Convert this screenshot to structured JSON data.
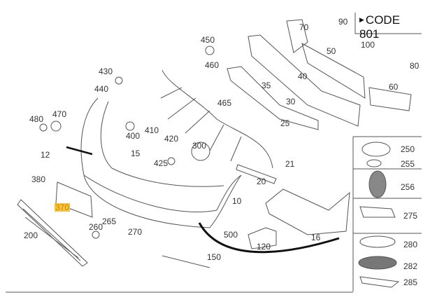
{
  "header": {
    "code_label": "CODE 801",
    "code_icon": "arrow-right-icon"
  },
  "parts": {
    "p90": "90",
    "p70": "70",
    "p450": "450",
    "p460": "460",
    "p50": "50",
    "p100": "100",
    "p80": "80",
    "p430": "430",
    "p440": "440",
    "p40": "40",
    "p35": "35",
    "p60": "60",
    "p30": "30",
    "p465": "465",
    "p480": "480",
    "p470": "470",
    "p400": "400",
    "p410": "410",
    "p420": "420",
    "p25": "25",
    "p300": "300",
    "p12": "12",
    "p15": "15",
    "p425": "425",
    "p21": "21",
    "p380": "380",
    "p20": "20",
    "p370": "370",
    "p10": "10",
    "p265": "265",
    "p260": "260",
    "p270": "270",
    "p500": "500",
    "p16": "16",
    "p200": "200",
    "p120": "120",
    "p150": "150"
  },
  "side_panel": {
    "p250": "250",
    "p255": "255",
    "p256": "256",
    "p275": "275",
    "p280": "280",
    "p282": "282",
    "p285": "285"
  },
  "highlight_color": "#f5c242"
}
